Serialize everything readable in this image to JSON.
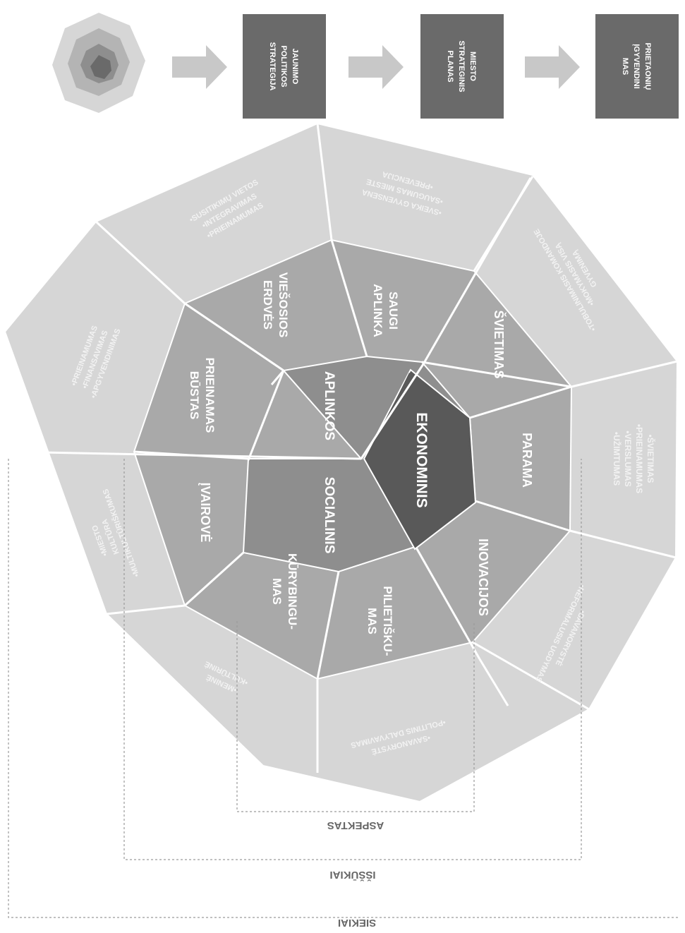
{
  "colors": {
    "outer_fill": "#d6d6d6",
    "middle_fill": "#a9a9a9",
    "inner_fill": "#8e8e8e",
    "core_fill": "#595959",
    "box_fill": "#6a6a6a",
    "arrow_fill": "#c4c4c4",
    "outer_text": "#f2f2f2",
    "inner_text": "#ffffff",
    "caption_text": "#666666"
  },
  "flow": {
    "boxes": [
      {
        "lines": [
          "JAUNIMO",
          "POLITIKOS",
          "STRATEGIJA"
        ]
      },
      {
        "lines": [
          "MIESTO",
          "STRATEGINIS",
          "PLANAS"
        ]
      },
      {
        "lines": [
          "PRIETAONIŲ",
          "ĮGYVENDINI",
          "MAS"
        ]
      }
    ]
  },
  "core": {
    "label": "EKONOMINIS"
  },
  "aspects": [
    {
      "label": "SOCIALINIS"
    },
    {
      "label": "APLINKOS"
    }
  ],
  "sectors": [
    {
      "lines": [
        "ŠVIETIMAS"
      ]
    },
    {
      "lines": [
        "PARAMA"
      ]
    },
    {
      "lines": [
        "INOVACIJOS"
      ]
    },
    {
      "lines": [
        "PILIETIŠKU-",
        "MAS"
      ]
    },
    {
      "lines": [
        "KŪRYBINGU-",
        "MAS"
      ]
    },
    {
      "lines": [
        "ĮVAIROVĖ"
      ]
    },
    {
      "lines": [
        "PRIEINAMAS",
        "BŪSTAS"
      ]
    },
    {
      "lines": [
        "VIEŠOSIOS",
        "ERDVĖS"
      ]
    },
    {
      "lines": [
        "SAUGI",
        "APLINKA"
      ]
    }
  ],
  "outer_segments": [
    {
      "lines": [
        "•TOBULINIMASIS KOMANDOJE",
        "•MOKYMASIS VISĄ",
        "GYVENIMĄ"
      ]
    },
    {
      "lines": [
        "•ŠVIETIMAS",
        "•PRIEINAMUMAS",
        "•VERSLUMAS",
        "•UŽIMTUMAS"
      ]
    },
    {
      "lines": [
        "•SAVANORYSTĖ",
        "•NEFORMALUSIS UGDYMAS"
      ]
    },
    {
      "lines": [
        "•SAVANORYSTĖ",
        "•POLITINIS DALYVAVIMAS"
      ]
    },
    {
      "lines": [
        "•MENINĖ",
        "•KULTŪRINĖ"
      ]
    },
    {
      "lines": [
        "•MIESTO",
        "KULTŪRA",
        "•MULTIKULTŪRIŠKUMAS"
      ]
    },
    {
      "lines": [
        "•PRIEINAMUMAS",
        "•FINANSAVIMAS",
        "•APGYVENDINIMAS"
      ]
    },
    {
      "lines": [
        "•SUSITIKIMŲ VIETOS",
        "•INTEGRAVIMAS",
        "•PRIEINAMUMAS"
      ]
    },
    {
      "lines": [
        "•SVEIKA GYVENSENA",
        "•SAUGUMAS MIESTE",
        "•PREVENCIJA"
      ]
    }
  ],
  "brackets": {
    "aspektas": "ASPEKTAS",
    "issukiai": "IŠŠŪKIAI",
    "siekiai": "SIEKIAI"
  }
}
